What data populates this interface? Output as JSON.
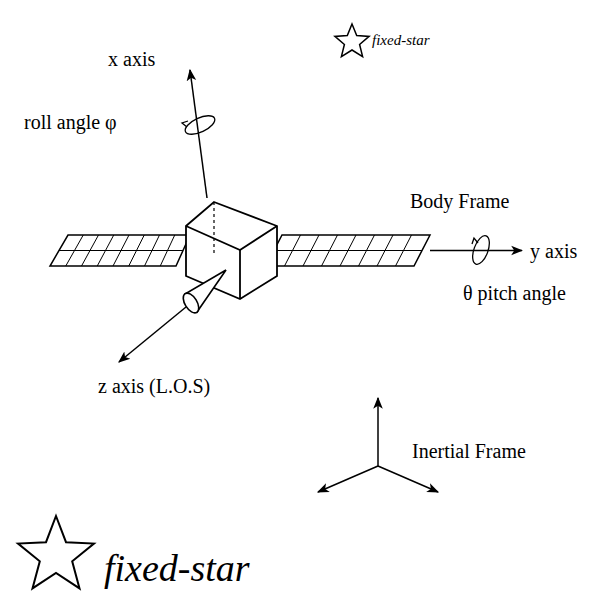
{
  "diagram": {
    "labels": [
      "fixed-star",
      "x axis",
      "roll angle φ",
      "Body Frame",
      "y axis",
      "θ pitch angle",
      "z axis (L.O.S)",
      "Inertial Frame",
      "fixed-star"
    ]
  }
}
